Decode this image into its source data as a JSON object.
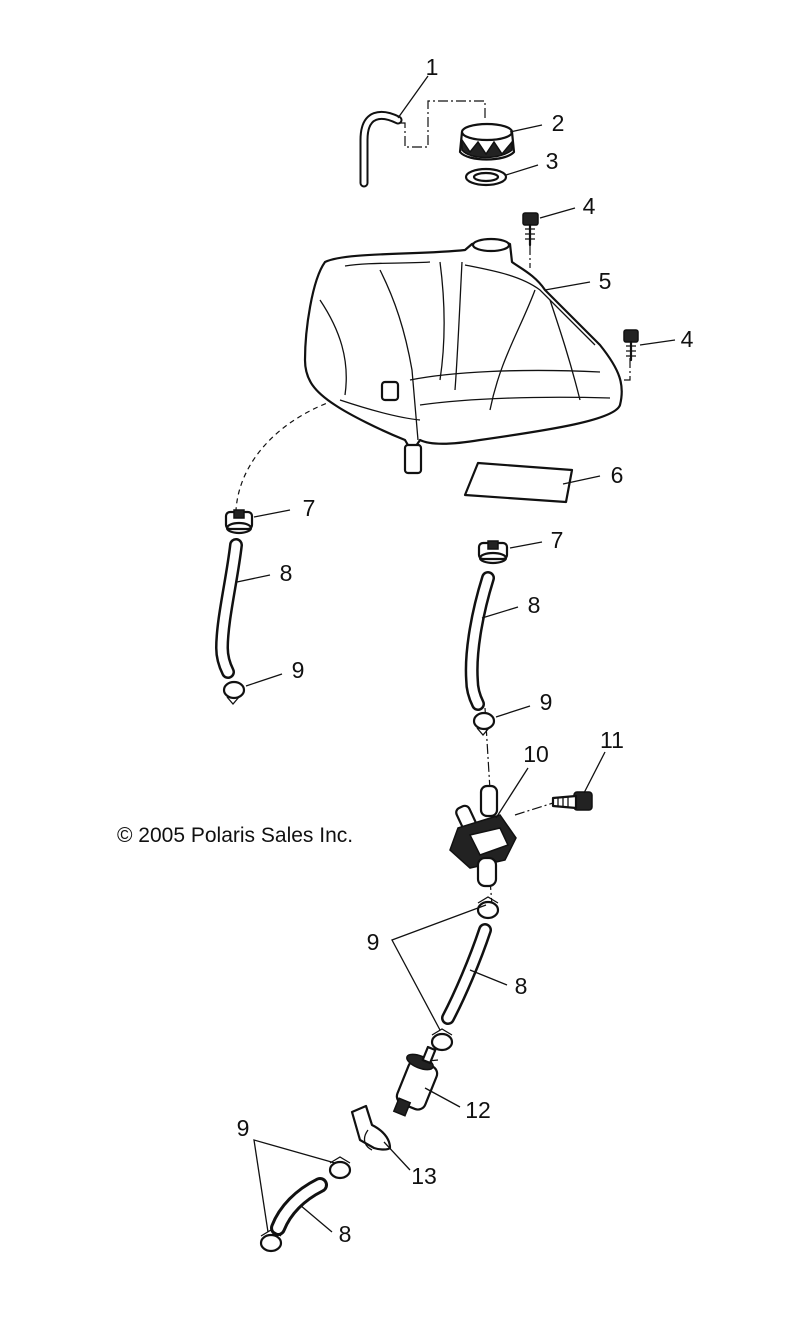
{
  "copyright": "© 2005 Polaris Sales Inc.",
  "callouts": [
    "1",
    "2",
    "3",
    "4",
    "5",
    "4",
    "6",
    "7",
    "7",
    "8",
    "8",
    "9",
    "9",
    "10",
    "11",
    "9",
    "8",
    "12",
    "13",
    "9",
    "8"
  ]
}
